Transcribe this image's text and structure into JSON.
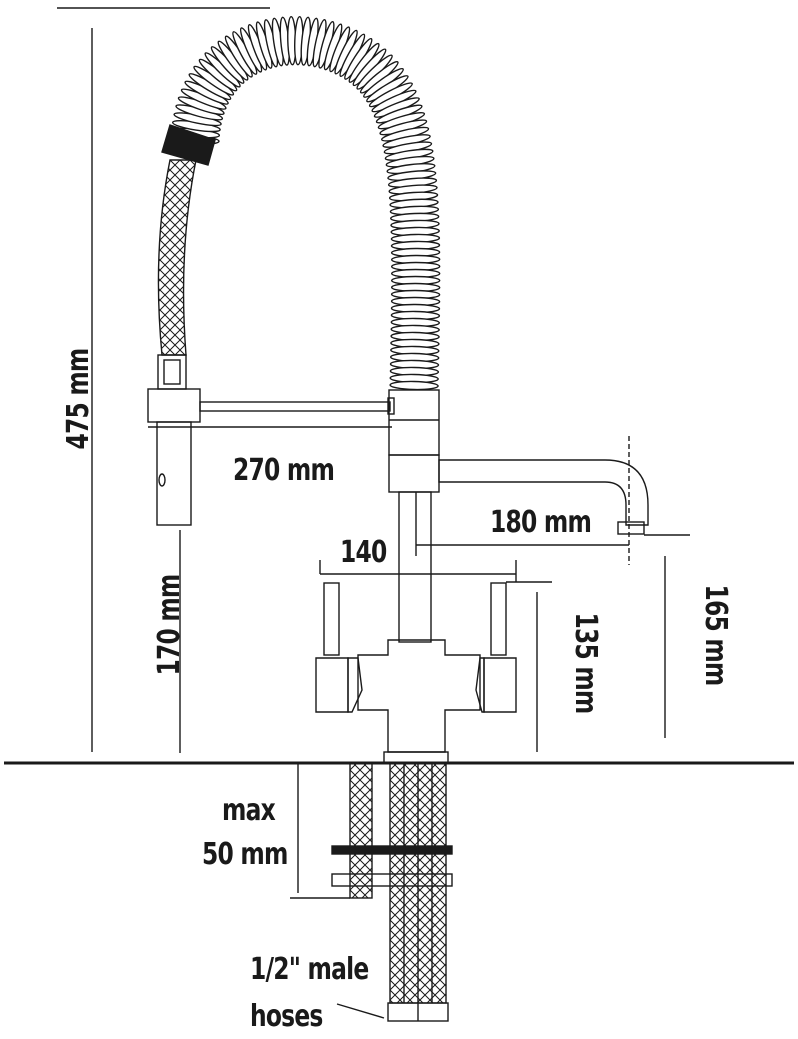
{
  "labels": {
    "total_height": "475 mm",
    "reach": "270 mm",
    "spout_reach": "180 mm",
    "handle_width": "140",
    "handle_height": "135 mm",
    "spout_height": "165 mm",
    "shower_height": "170 mm",
    "max_thickness_line1": "max",
    "max_thickness_line2": "50 mm",
    "hoses_line1": "1/2\" male",
    "hoses_line2": "hoses"
  },
  "colors": {
    "line": "#1a1a1a",
    "background": "#ffffff"
  }
}
